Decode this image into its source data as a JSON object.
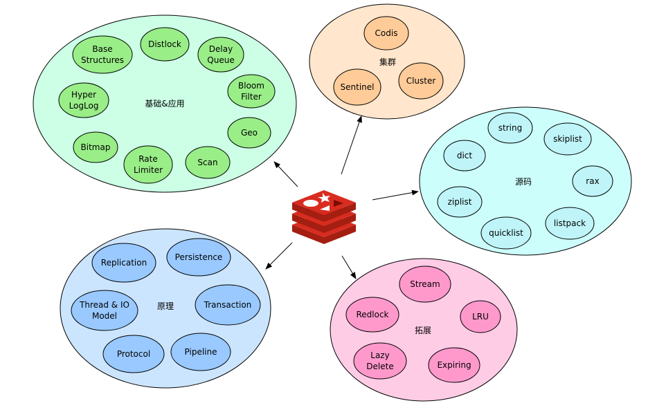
{
  "colors": {
    "green_fill": "#ccffe6",
    "green_node": "#99ee88",
    "orange_fill": "#ffe6cc",
    "orange_node": "#ffcc99",
    "cyan_fill": "#ccfffb",
    "cyan_node": "#bff5f9",
    "blue_fill": "#cce5ff",
    "blue_node": "#99c9ff",
    "pink_fill": "#ffcce6",
    "pink_node": "#ff99cc",
    "stroke": "#000000",
    "redis_red": "#d82c20"
  },
  "center": {
    "icon": "redis-logo-icon"
  },
  "groups": {
    "basics": {
      "label": "基础&应用",
      "nodes": [
        {
          "line1": "Base",
          "line2": "Structures"
        },
        {
          "line1": "Distlock",
          "line2": ""
        },
        {
          "line1": "Delay",
          "line2": "Queue"
        },
        {
          "line1": "Hyper",
          "line2": "LogLog"
        },
        {
          "line1": "Bloom",
          "line2": "Filter"
        },
        {
          "line1": "Geo",
          "line2": ""
        },
        {
          "line1": "Bitmap",
          "line2": ""
        },
        {
          "line1": "Rate",
          "line2": "Limiter"
        },
        {
          "line1": "Scan",
          "line2": ""
        }
      ]
    },
    "cluster": {
      "label": "集群",
      "nodes": [
        {
          "line1": "Codis"
        },
        {
          "line1": "Sentinel"
        },
        {
          "line1": "Cluster"
        }
      ]
    },
    "source": {
      "label": "源码",
      "nodes": [
        {
          "line1": "string"
        },
        {
          "line1": "skiplist"
        },
        {
          "line1": "dict"
        },
        {
          "line1": "rax"
        },
        {
          "line1": "ziplist"
        },
        {
          "line1": "listpack"
        },
        {
          "line1": "quicklist"
        }
      ]
    },
    "principle": {
      "label": "原理",
      "nodes": [
        {
          "line1": "Replication",
          "line2": ""
        },
        {
          "line1": "Persistence",
          "line2": ""
        },
        {
          "line1": "Thread & IO",
          "line2": "Model"
        },
        {
          "line1": "Transaction",
          "line2": ""
        },
        {
          "line1": "Protocol",
          "line2": ""
        },
        {
          "line1": "Pipeline",
          "line2": ""
        }
      ]
    },
    "extension": {
      "label": "拓展",
      "nodes": [
        {
          "line1": "Stream",
          "line2": ""
        },
        {
          "line1": "Redlock",
          "line2": ""
        },
        {
          "line1": "LRU",
          "line2": ""
        },
        {
          "line1": "Lazy",
          "line2": "Delete"
        },
        {
          "line1": "Expiring",
          "line2": ""
        }
      ]
    }
  }
}
